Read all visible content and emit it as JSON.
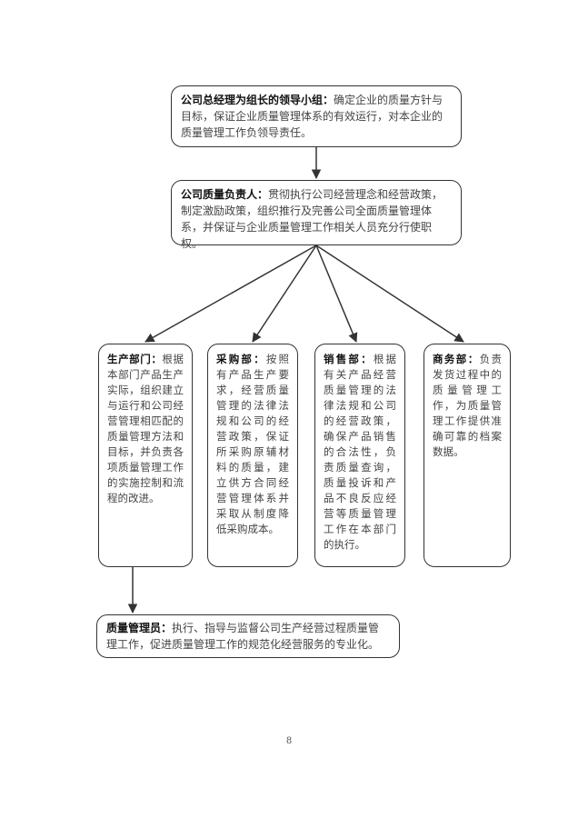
{
  "leadership": {
    "title": "公司总经理为组长的领导小组：",
    "body": "确定企业的质量方针与目标，保证企业质量管理体系的有效运行，对本企业的质量管理工作负领导责任。"
  },
  "quality_head": {
    "title": "公司质量负责人：",
    "body": "贯彻执行公司经营理念和经营政策，制定激励政策，组织推行及完善公司全面质量管理体系，并保证与企业质量管理工作相关人员充分行使职权。"
  },
  "departments": [
    {
      "title": "生产部门：",
      "body": "根据本部门产品生产实际，组织建立与运行和公司经营管理相匹配的质量管理方法和目标，并负责各项质量管理工作的实施控制和流程的改进。"
    },
    {
      "title": "采购部：",
      "body": "按照有产品生产要求，经营质量管理的法律法规和公司的经营政策，保证所采购原辅材料的质量，建立供方合同经营管理体系并采取从制度降低采购成本。"
    },
    {
      "title": "销售部：",
      "body": "根据有关产品经营质量管理的法律法规和公司的经营政策，确保产品销售的合法性，负责质量查询，质量投诉和产品不良反应经营等质量管理工作在本部门的执行。"
    },
    {
      "title": "商务部：",
      "body": "负责发货过程中的质量管理工作，为质量管理工作提供准确可靠的档案数据。"
    }
  ],
  "quality_manager": {
    "title": "质量管理员：",
    "body": "执行、指导与监督公司生产经营过程质量管理工作，促进质量管理工作的规范化经营服务的专业化。"
  },
  "page_number": "8",
  "colors": {
    "line": "#333333",
    "text": "#444444",
    "title": "#111111"
  }
}
